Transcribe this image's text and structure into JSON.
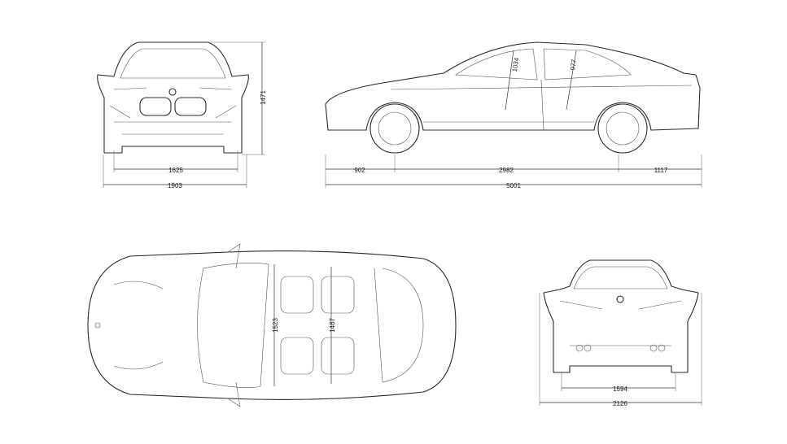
{
  "front_view": {
    "track_front": "1625",
    "width": "1903",
    "height": "1471"
  },
  "side_view": {
    "front_overhang": "902",
    "wheelbase": "2982",
    "rear_overhang": "1117",
    "length": "5001",
    "headroom_front": "1034",
    "headroom_rear": "977"
  },
  "top_view": {
    "interior_width_front": "1523",
    "interior_width_rear": "1487"
  },
  "rear_view": {
    "track_rear": "1594",
    "width_with_mirrors": "2126"
  },
  "colors": {
    "line": "#2a2a2a",
    "background": "#ffffff"
  }
}
